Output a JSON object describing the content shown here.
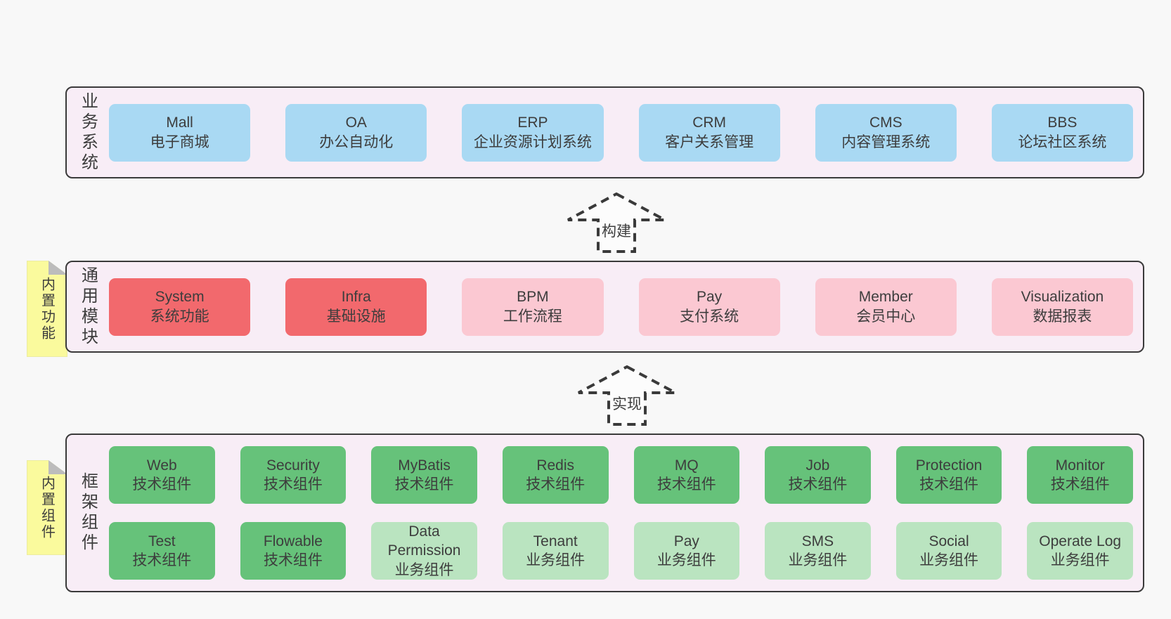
{
  "colors": {
    "page_bg": "#f8f8f8",
    "panel_bg": "#f8edf6",
    "panel_border": "#3a3a3a",
    "text": "#3d3d3d",
    "blue": "#a9d9f3",
    "red": "#f2696d",
    "pink": "#fbc8d2",
    "green": "#66c27a",
    "lightgreen": "#bae4c0",
    "yellow": "#fafa9d",
    "fold_grey": "#bcbcbc",
    "arrow_line": "#3a3a3a",
    "arrow_fill": "#fcfcfc"
  },
  "arrows": [
    {
      "label": "构建"
    },
    {
      "label": "实现"
    }
  ],
  "panels": [
    {
      "label": "业务系统",
      "rows": [
        [
          {
            "name": "Mall",
            "label": "电子商城",
            "variant": "blue"
          },
          {
            "name": "OA",
            "label": "办公自动化",
            "variant": "blue"
          },
          {
            "name": "ERP",
            "label": "企业资源计划系统",
            "variant": "blue"
          },
          {
            "name": "CRM",
            "label": "客户关系管理",
            "variant": "blue"
          },
          {
            "name": "CMS",
            "label": "内容管理系统",
            "variant": "blue"
          },
          {
            "name": "BBS",
            "label": "论坛社区系统",
            "variant": "blue"
          }
        ]
      ]
    },
    {
      "label": "通用模块",
      "tab": "内置功能",
      "rows": [
        [
          {
            "name": "System",
            "label": "系统功能",
            "variant": "red"
          },
          {
            "name": "Infra",
            "label": "基础设施",
            "variant": "red"
          },
          {
            "name": "BPM",
            "label": "工作流程",
            "variant": "pink"
          },
          {
            "name": "Pay",
            "label": "支付系统",
            "variant": "pink"
          },
          {
            "name": "Member",
            "label": "会员中心",
            "variant": "pink"
          },
          {
            "name": "Visualization",
            "label": "数据报表",
            "variant": "pink"
          }
        ]
      ]
    },
    {
      "label": "框架组件",
      "tab": "内置组件",
      "rows": [
        [
          {
            "name": "Web",
            "label": "技术组件",
            "variant": "green"
          },
          {
            "name": "Security",
            "label": "技术组件",
            "variant": "green"
          },
          {
            "name": "MyBatis",
            "label": "技术组件",
            "variant": "green"
          },
          {
            "name": "Redis",
            "label": "技术组件",
            "variant": "green"
          },
          {
            "name": "MQ",
            "label": "技术组件",
            "variant": "green"
          },
          {
            "name": "Job",
            "label": "技术组件",
            "variant": "green"
          },
          {
            "name": "Protection",
            "label": "技术组件",
            "variant": "green"
          },
          {
            "name": "Monitor",
            "label": "技术组件",
            "variant": "green"
          }
        ],
        [
          {
            "name": "Test",
            "label": "技术组件",
            "variant": "green"
          },
          {
            "name": "Flowable",
            "label": "技术组件",
            "variant": "green"
          },
          {
            "name": "Data Permission",
            "label": "业务组件",
            "variant": "lightgreen"
          },
          {
            "name": "Tenant",
            "label": "业务组件",
            "variant": "lightgreen"
          },
          {
            "name": "Pay",
            "label": "业务组件",
            "variant": "lightgreen"
          },
          {
            "name": "SMS",
            "label": "业务组件",
            "variant": "lightgreen"
          },
          {
            "name": "Social",
            "label": "业务组件",
            "variant": "lightgreen"
          },
          {
            "name": "Operate Log",
            "label": "业务组件",
            "variant": "lightgreen"
          }
        ]
      ]
    }
  ]
}
